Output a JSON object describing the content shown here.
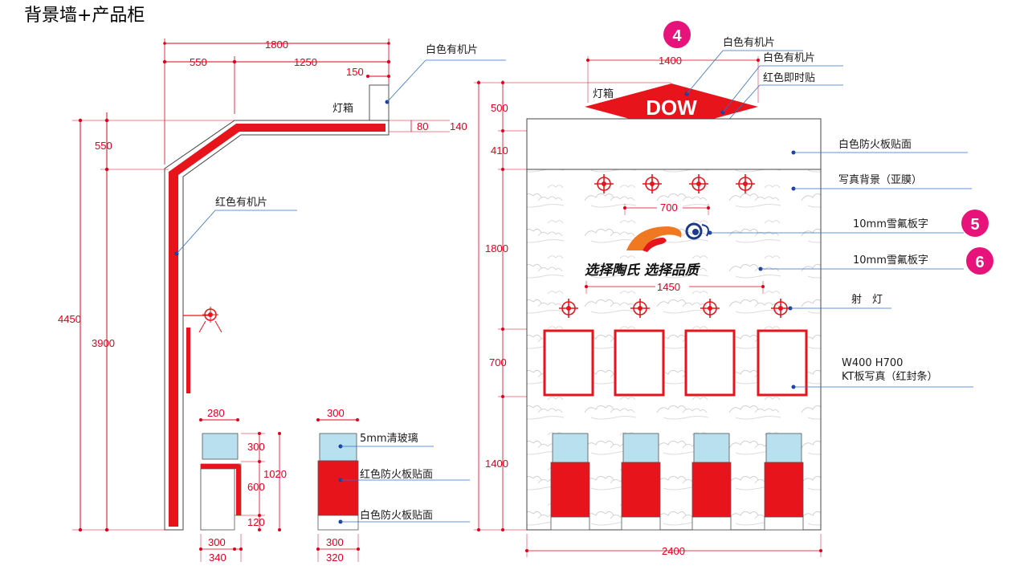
{
  "title": "背景墙+产品柜",
  "side_view": {
    "dims": {
      "d1800": "1800",
      "d550": "550",
      "d1250": "1250",
      "d150": "150",
      "d80": "80",
      "d140": "140",
      "d550v": "550",
      "d4450": "4450",
      "d3900": "3900"
    },
    "lightbox_label": "灯箱",
    "white_acrylic": "白色有机片",
    "red_acrylic": "红色有机片"
  },
  "cabinet_side": {
    "d280": "280",
    "d300": "300",
    "d1020": "1020",
    "d600": "600",
    "d120": "120",
    "d300b": "300",
    "d340": "340"
  },
  "cabinet_front": {
    "d300": "300",
    "d300b": "300",
    "d320": "320",
    "glass": "5mm清玻璃",
    "red_panel": "红色防火板贴面",
    "white_panel": "白色防火板贴面"
  },
  "front_view": {
    "badge4": "4",
    "badge5": "5",
    "badge6": "6",
    "d1400top": "1400",
    "lightbox_label": "灯箱",
    "logo_text": "DOW",
    "registered": "®",
    "label_white_acrylic": "白色有机片",
    "label_white_acrylic2": "白色有机片",
    "label_red_sticker": "红色即时贴",
    "label_white_panel": "白色防火板贴面",
    "label_photo_bg": "写真背景（亚膜）",
    "label_pvc1": "10mm雪氟板字",
    "label_pvc2": "10mm雪氟板字",
    "label_spotlight": "射　灯",
    "label_kt1": "W400  H700",
    "label_kt2": "KT板写真（红封条）",
    "slogan": "选择陶氏   选择品质",
    "d700logo": "700",
    "d1450": "1450",
    "v500": "500",
    "v410": "410",
    "v1800": "1800",
    "v700": "700",
    "v1400": "1400",
    "d2400": "2400"
  },
  "colors": {
    "red": "#e8141c",
    "dim_red": "#e0001a",
    "glass": "#b8e0ef",
    "leader": "#2f6fd0",
    "badge": "#e8137a"
  }
}
